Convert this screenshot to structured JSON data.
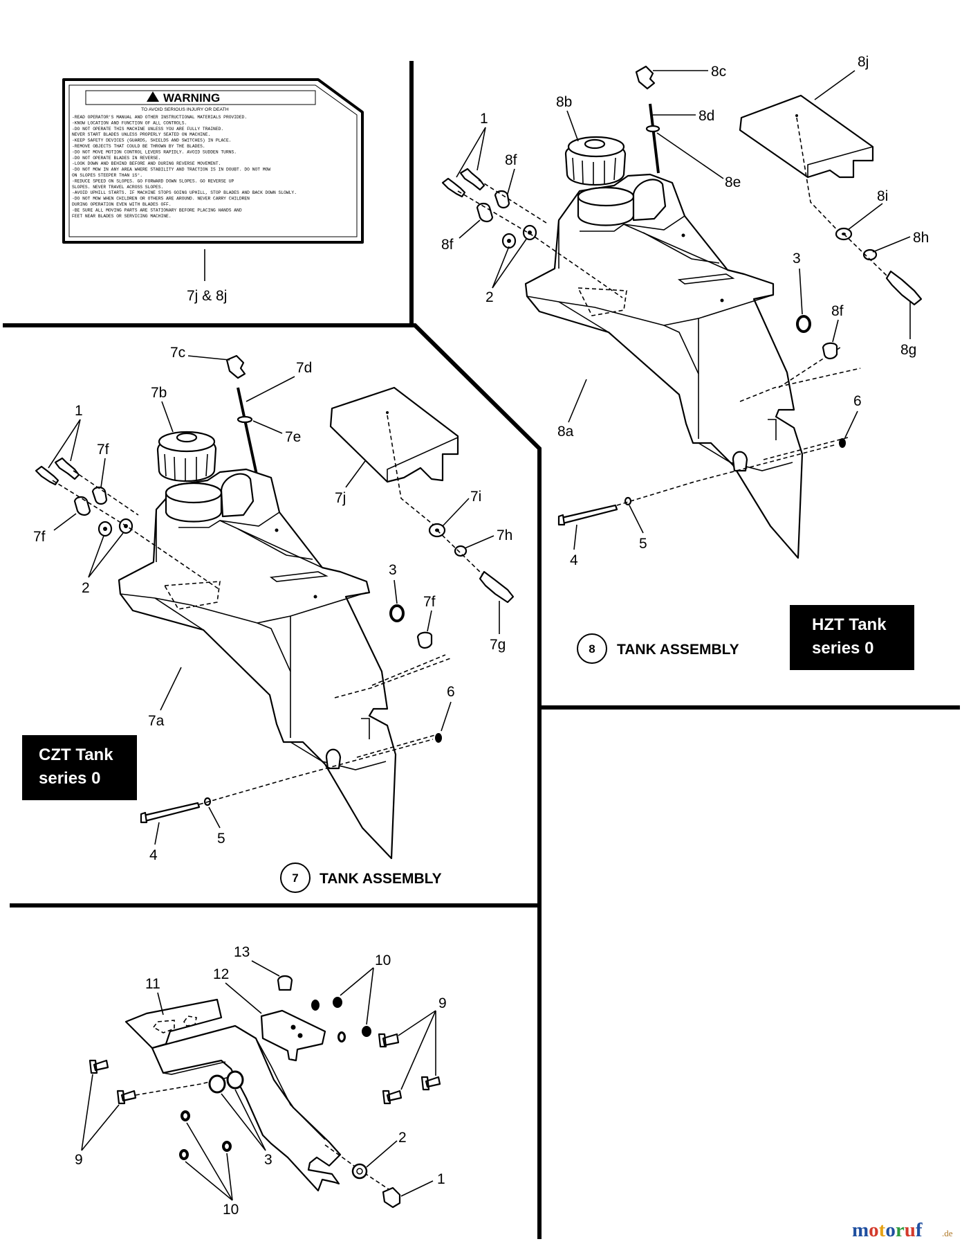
{
  "warning_label": {
    "title": "WARNING",
    "subtitle": "TO AVOID SERIOUS INJURY OR DEATH",
    "lines": [
      "-READ OPERATOR'S MANUAL AND OTHER INSTRUCTIONAL MATERIALS PROVIDED.",
      "-KNOW LOCATION AND FUNCTION OF ALL CONTROLS.",
      "-DO NOT OPERATE THIS MACHINE UNLESS YOU ARE FULLY TRAINED.",
      " NEVER START BLADES UNLESS PROPERLY SEATED ON MACHINE.",
      "-KEEP SAFETY DEVICES (GUARDS, SHIELDS AND SWITCHES) IN PLACE.",
      "-REMOVE OBJECTS THAT COULD BE THROWN BY THE BLADES.",
      "-DO NOT MOVE MOTION CONTROL LEVERS RAPIDLY.  AVOID SUDDEN TURNS.",
      "-DO NOT OPERATE BLADES IN REVERSE.",
      "-LOOK DOWN AND BEHIND BEFORE AND DURING REVERSE MOVEMENT.",
      "-DO NOT MOW IN ANY AREA WHERE STABILITY AND TRACTION IS IN DOUBT. DO NOT MOW",
      " ON SLOPES STEEPER THAN 15°.",
      "-REDUCE SPEED ON SLOPES. GO FORWARD DOWN SLOPES. GO REVERSE UP",
      " SLOPES. NEVER TRAVEL ACROSS SLOPES.",
      "-AVOID UPHILL STARTS. IF MACHINE STOPS GOING UPHILL, STOP BLADES AND BACK DOWN SLOWLY.",
      "-DO NOT MOW WHEN CHILDREN OR OTHERS ARE AROUND. NEVER CARRY CHILDREN",
      " DURING OPERATION EVEN WITH BLADES OFF.",
      "-BE SURE ALL MOVING PARTS ARE STATIONARY BEFORE PLACING HANDS AND",
      " FEET NEAR BLADES OR SERVICING MACHINE."
    ],
    "callout": "7j & 8j"
  },
  "hzt": {
    "badge_line1": "HZT Tank",
    "badge_line2": "series 0",
    "assembly_number": "8",
    "assembly_title": "TANK ASSEMBLY",
    "labels": {
      "p1": "1",
      "p2": "2",
      "p3": "3",
      "p4": "4",
      "p5": "5",
      "p6": "6",
      "p8a": "8a",
      "p8b": "8b",
      "p8c": "8c",
      "p8d": "8d",
      "p8e": "8e",
      "p8f_top": "8f",
      "p8f_left": "8f",
      "p8f_right": "8f",
      "p8g": "8g",
      "p8h": "8h",
      "p8i": "8i",
      "p8j": "8j"
    }
  },
  "czt": {
    "badge_line1": "CZT Tank",
    "badge_line2": "series 0",
    "assembly_number": "7",
    "assembly_title": "TANK ASSEMBLY",
    "labels": {
      "p1": "1",
      "p2": "2",
      "p3": "3",
      "p4": "4",
      "p5": "5",
      "p6": "6",
      "p7a": "7a",
      "p7b": "7b",
      "p7c": "7c",
      "p7d": "7d",
      "p7e": "7e",
      "p7f_top": "7f",
      "p7f_left": "7f",
      "p7f_right": "7f",
      "p7g": "7g",
      "p7h": "7h",
      "p7i": "7i",
      "p7j": "7j"
    }
  },
  "bracket": {
    "labels": {
      "p1": "1",
      "p2": "2",
      "p3": "3",
      "p9_right": "9",
      "p9_left": "9",
      "p10_top": "10",
      "p10_bottom": "10",
      "p11": "11",
      "p12": "12",
      "p13": "13"
    }
  },
  "watermark": {
    "brand": "motoruf",
    "suffix": ".de",
    "colors": {
      "m": "#1f4fa0",
      "o1": "#d33a2c",
      "t": "#e6a317",
      "o2": "#1f4fa0",
      "r": "#2e9a3e",
      "u": "#d33a2c",
      "f": "#1f4fa0"
    }
  }
}
